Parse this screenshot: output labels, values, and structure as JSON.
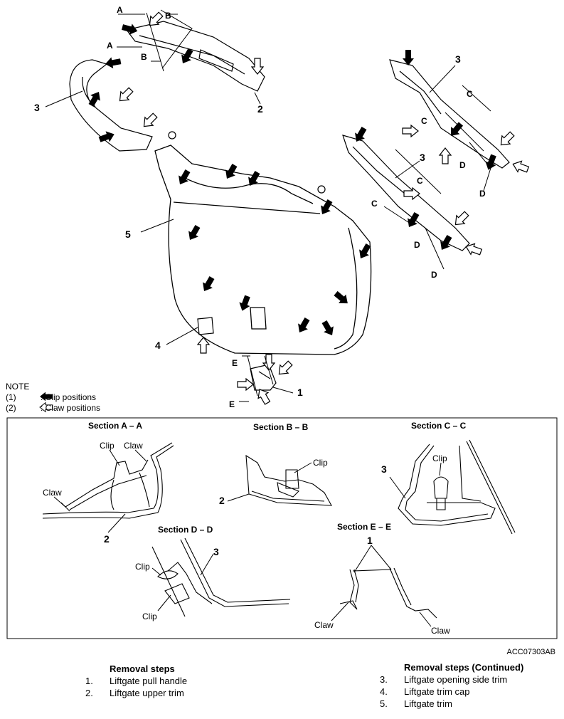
{
  "callouts": {
    "n1": "1",
    "n2": "2",
    "n3a": "3",
    "n3b": "3",
    "n3c": "3",
    "n4": "4",
    "n5": "5",
    "A1": "A",
    "A2": "A",
    "B1": "B",
    "B2": "B",
    "C1": "C",
    "C2": "C",
    "C3": "C",
    "C4": "C",
    "D1": "D",
    "D2": "D",
    "D3": "D",
    "D4": "D",
    "E1": "E",
    "E2": "E"
  },
  "note": {
    "title": "NOTE",
    "item1_num": "(1)",
    "item1_text": ": Clip positions",
    "item2_num": "(2)",
    "item2_text": ": Claw positions"
  },
  "sections": {
    "aa": {
      "title": "Section A – A",
      "clip": "Clip",
      "claw1": "Claw",
      "claw2": "Claw",
      "num": "2"
    },
    "bb": {
      "title": "Section B – B",
      "clip": "Clip",
      "num": "2"
    },
    "cc": {
      "title": "Section C – C",
      "clip": "Clip",
      "num": "3"
    },
    "dd": {
      "title": "Section D – D",
      "clip1": "Clip",
      "clip2": "Clip",
      "num": "3"
    },
    "ee": {
      "title": "Section E – E",
      "claw1": "Claw",
      "claw2": "Claw",
      "num": "1"
    }
  },
  "ref_code": "ACC07303AB",
  "removal_steps": {
    "title": "Removal steps",
    "items": [
      {
        "num": "1.",
        "text": "Liftgate pull handle"
      },
      {
        "num": "2.",
        "text": "Liftgate upper trim"
      }
    ]
  },
  "removal_steps_continued": {
    "title": "Removal steps (Continued)",
    "items": [
      {
        "num": "3.",
        "text": "Liftgate opening side trim"
      },
      {
        "num": "4.",
        "text": "Liftgate trim cap"
      },
      {
        "num": "5.",
        "text": "Liftgate trim"
      }
    ]
  },
  "colors": {
    "line": "#000000",
    "background": "#ffffff"
  }
}
